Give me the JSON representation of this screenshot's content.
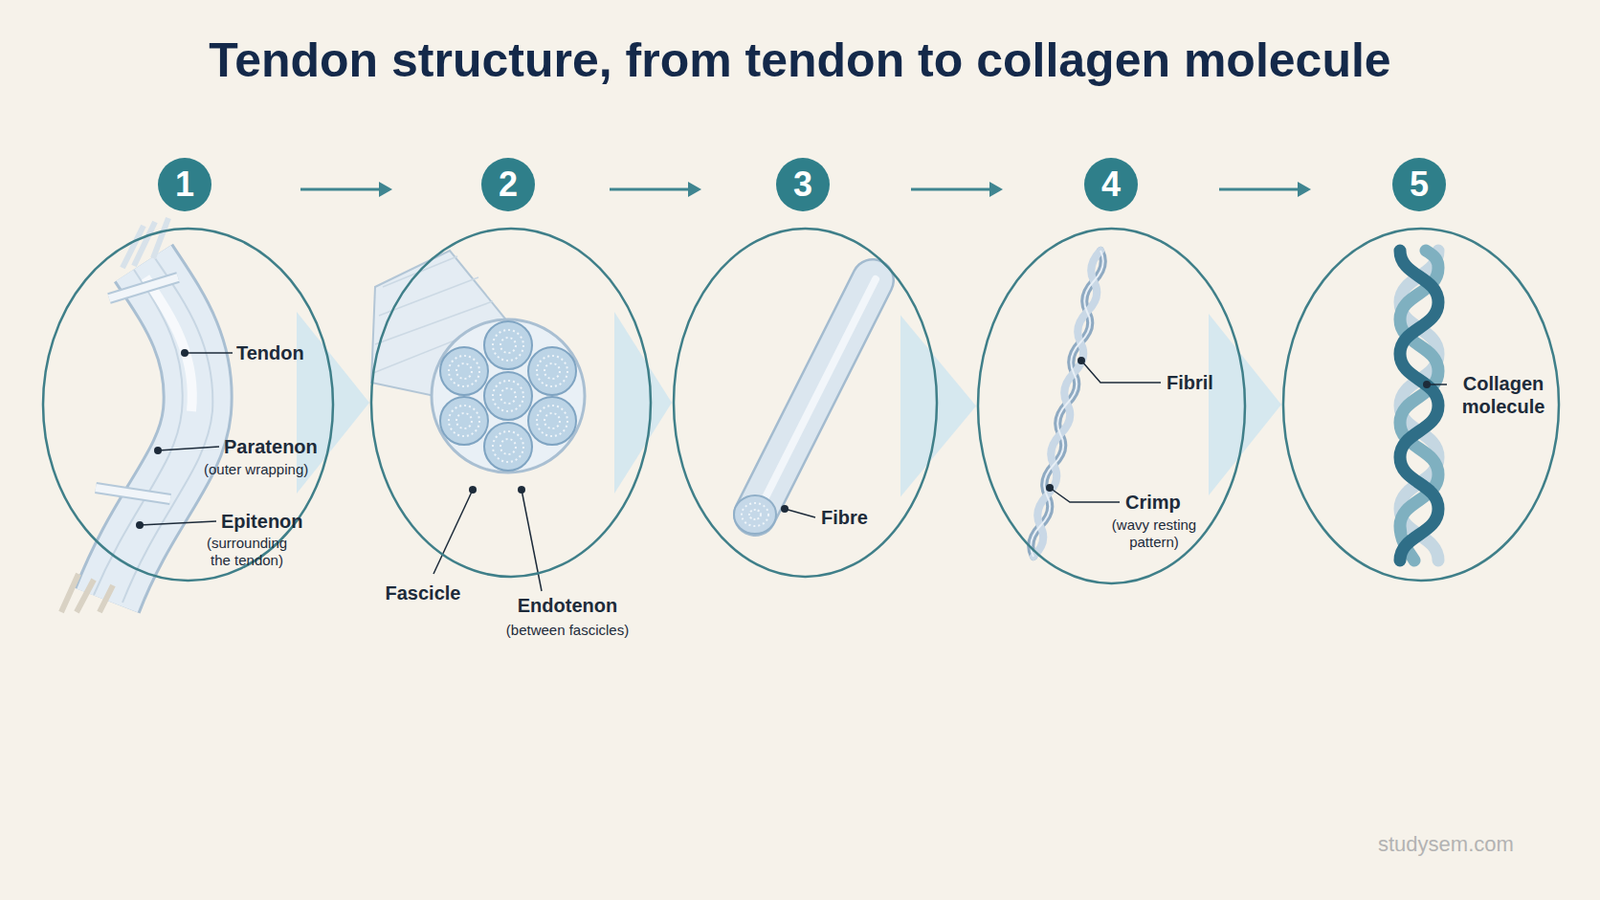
{
  "diagram": {
    "title": "Tendon structure, from tendon to collagen molecule",
    "nodes": [
      {
        "text": [
          "1"
        ]
      },
      {
        "text": [
          "2"
        ]
      },
      {
        "text": [
          "3"
        ]
      },
      {
        "text": [
          "4"
        ]
      },
      {
        "text": [
          "5"
        ]
      },
      {
        "text": [
          "Tendon",
          "Paratenon",
          "(outer wrapping)",
          "Epitenon",
          "(surrounding the tendon)"
        ]
      },
      {
        "text": [
          "Fascicle",
          "Endotenon",
          "(between fascicles)"
        ]
      },
      {
        "text": [
          "Fibre"
        ]
      },
      {
        "text": [
          "Fibril",
          "Crimp",
          "(wavy resting pattern)"
        ]
      },
      {
        "text": [
          "Collagen molecule"
        ]
      }
    ],
    "edges": [
      {
        "from": 0,
        "to": 1,
        "arrow": "to"
      },
      {
        "from": 1,
        "to": 2,
        "arrow": "to"
      },
      {
        "from": 2,
        "to": 3,
        "arrow": "to"
      },
      {
        "from": 3,
        "to": 4,
        "arrow": "to"
      },
      {
        "from": 5,
        "to": 6,
        "arrow": "to"
      },
      {
        "from": 6,
        "to": 7,
        "arrow": "to"
      },
      {
        "from": 7,
        "to": 8,
        "arrow": "to"
      },
      {
        "from": 8,
        "to": 9,
        "arrow": "to"
      }
    ],
    "labels": [
      "studysem.com"
    ]
  }
}
